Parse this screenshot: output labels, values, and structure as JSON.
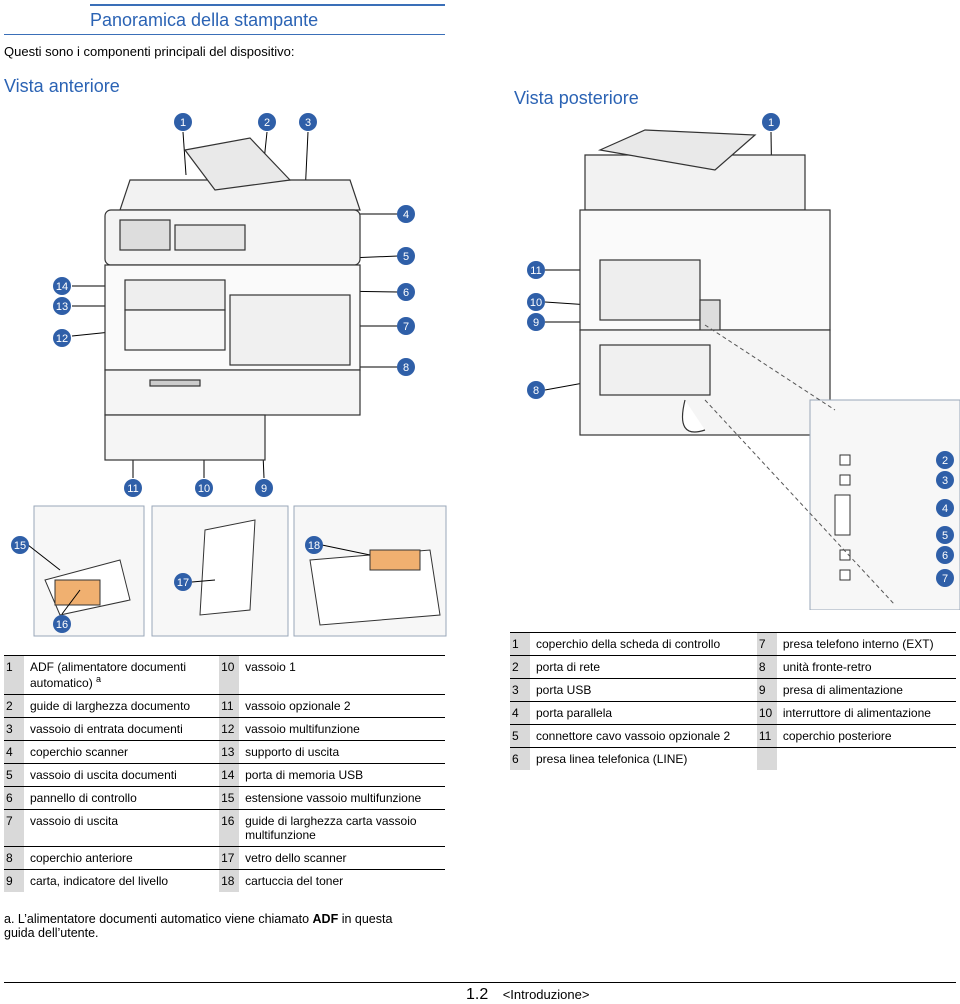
{
  "header": {
    "title": "Panoramica della stampante",
    "intro": "Questi sono i componenti principali del dispositivo:"
  },
  "front": {
    "title": "Vista anteriore",
    "callouts": [
      "1",
      "2",
      "3",
      "4",
      "5",
      "6",
      "7",
      "8",
      "9",
      "10",
      "11",
      "12",
      "13",
      "14",
      "15",
      "16",
      "17",
      "18"
    ]
  },
  "rear": {
    "title": "Vista posteriore",
    "callouts": [
      "1",
      "2",
      "3",
      "4",
      "5",
      "6",
      "7",
      "8",
      "9",
      "10",
      "11"
    ]
  },
  "front_table": {
    "rows": [
      {
        "n1": "1",
        "t1": "ADF (alimentatore documenti automatico)",
        "sup": "a",
        "n2": "10",
        "t2": "vassoio 1"
      },
      {
        "n1": "2",
        "t1": "guide di larghezza documento",
        "n2": "11",
        "t2": "vassoio opzionale 2"
      },
      {
        "n1": "3",
        "t1": "vassoio di entrata documenti",
        "n2": "12",
        "t2": "vassoio multifunzione"
      },
      {
        "n1": "4",
        "t1": "coperchio scanner",
        "n2": "13",
        "t2": "supporto di uscita"
      },
      {
        "n1": "5",
        "t1": "vassoio di uscita documenti",
        "n2": "14",
        "t2": "porta di memoria USB"
      },
      {
        "n1": "6",
        "t1": "pannello di controllo",
        "n2": "15",
        "t2": "estensione vassoio multifunzione"
      },
      {
        "n1": "7",
        "t1": "vassoio di uscita",
        "n2": "16",
        "t2": "guide di larghezza carta vassoio multifunzione"
      },
      {
        "n1": "8",
        "t1": "coperchio anteriore",
        "n2": "17",
        "t2": "vetro dello scanner"
      },
      {
        "n1": "9",
        "t1": "carta, indicatore del livello",
        "n2": "18",
        "t2": "cartuccia del toner"
      }
    ]
  },
  "rear_table": {
    "rows": [
      {
        "n1": "1",
        "t1": "coperchio della scheda di controllo",
        "n2": "7",
        "t2": "presa telefono interno (EXT)"
      },
      {
        "n1": "2",
        "t1": "porta di rete",
        "n2": "8",
        "t2": "unità fronte-retro"
      },
      {
        "n1": "3",
        "t1": "porta USB",
        "n2": "9",
        "t2": "presa di alimentazione"
      },
      {
        "n1": "4",
        "t1": "porta parallela",
        "n2": "10",
        "t2": "interruttore di alimentazione"
      },
      {
        "n1": "5",
        "t1": "connettore cavo vassoio opzionale 2",
        "n2": "11",
        "t2": "coperchio posteriore"
      },
      {
        "n1": "6",
        "t1": "presa linea telefonica (LINE)",
        "n2": "",
        "t2": ""
      }
    ]
  },
  "footnote": "a. L’alimentatore documenti automatico viene chiamato ADF in questa guida dell’utente.",
  "footnote_parts": {
    "before": "a. L’alimentatore documenti automatico viene chiamato ",
    "bold": "ADF",
    "after": " in questa guida dell’utente."
  },
  "footer": {
    "page_number": "1.2",
    "section": "<Introduzione>"
  },
  "colors": {
    "accent": "#2b63b4",
    "callout": "#2f5fa8",
    "shade": "#d9d9d9"
  }
}
